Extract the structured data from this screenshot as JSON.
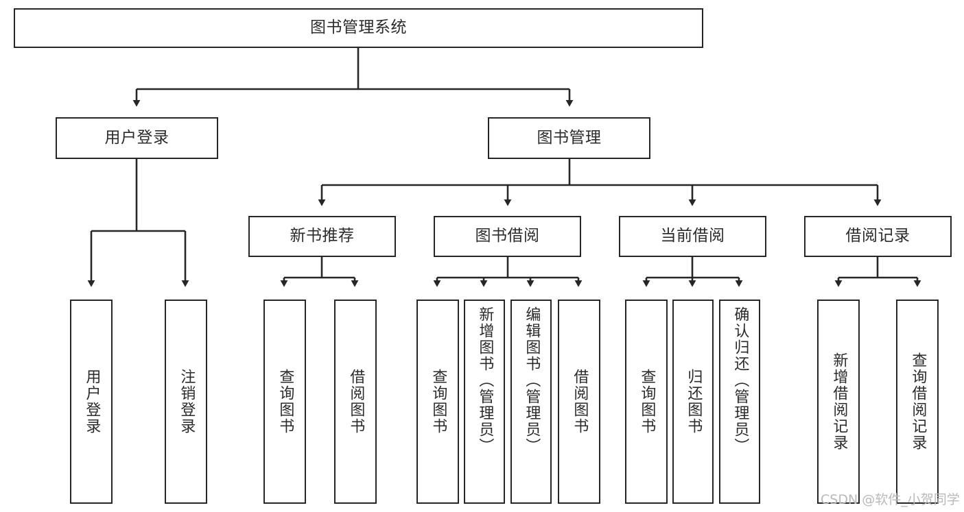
{
  "diagram": {
    "title": "图书管理系统",
    "type": "功能结构图",
    "stroke_color": "#262626",
    "text_color": "#2b2b2b",
    "background_color": "#ffffff"
  },
  "nodes": {
    "root": {
      "label": "图书管理系统"
    },
    "level2": [
      {
        "id": "user-login",
        "label": "用户登录"
      },
      {
        "id": "book-manage",
        "label": "图书管理"
      }
    ],
    "level3": [
      {
        "id": "new-book-recommend",
        "label": "新书推荐"
      },
      {
        "id": "book-borrow",
        "label": "图书借阅"
      },
      {
        "id": "current-borrow",
        "label": "当前借阅"
      },
      {
        "id": "borrow-record",
        "label": "借阅记录"
      }
    ],
    "leaves": {
      "user_login": [
        {
          "id": "leaf-user-login",
          "label": "用户登录"
        },
        {
          "id": "leaf-logout-login",
          "label": "注销登录"
        }
      ],
      "new_book_recommend": [
        {
          "id": "leaf-query-book-1",
          "label": "查询图书"
        },
        {
          "id": "leaf-borrow-book-1",
          "label": "借阅图书"
        }
      ],
      "book_borrow": [
        {
          "id": "leaf-query-book-2",
          "label": "查询图书"
        },
        {
          "id": "leaf-add-book",
          "label": "新增图书（管理员）"
        },
        {
          "id": "leaf-edit-book",
          "label": "编辑图书（管理员）"
        },
        {
          "id": "leaf-borrow-book-2",
          "label": "借阅图书"
        }
      ],
      "current_borrow": [
        {
          "id": "leaf-query-book-3",
          "label": "查询图书"
        },
        {
          "id": "leaf-return-book",
          "label": "归还图书"
        },
        {
          "id": "leaf-confirm-return",
          "label": "确认归还（管理员）"
        }
      ],
      "borrow_record": [
        {
          "id": "leaf-add-record",
          "label": "新增借阅记录"
        },
        {
          "id": "leaf-query-record",
          "label": "查询借阅记录"
        }
      ]
    }
  },
  "watermark": {
    "text": "CSDN @软件_小贺同学"
  }
}
